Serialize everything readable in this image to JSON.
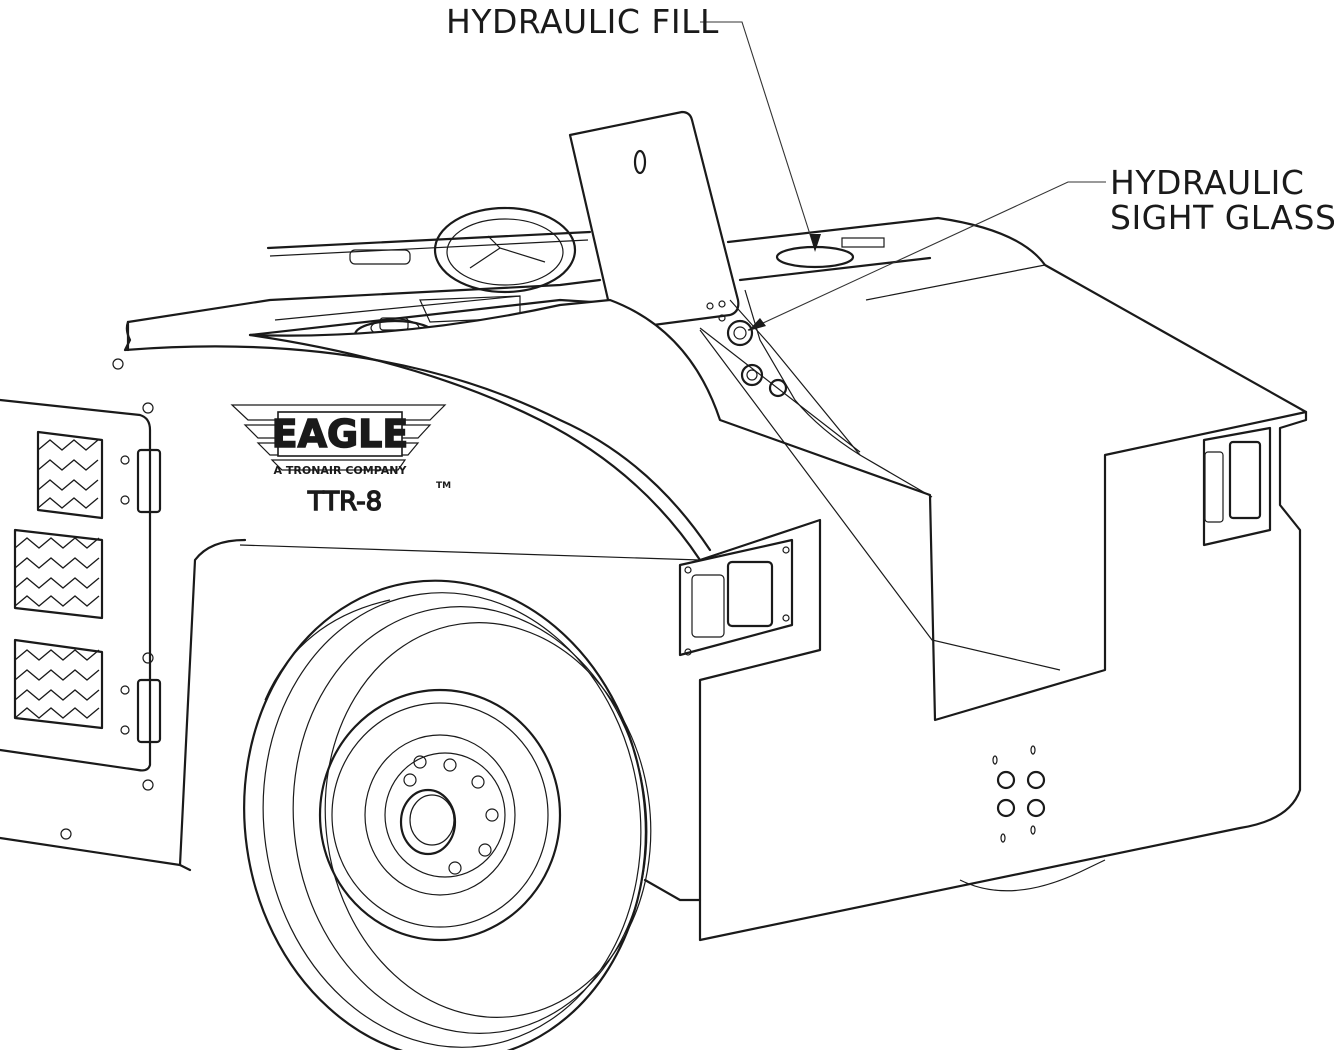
{
  "callouts": {
    "hydraulic_fill": "HYDRAULIC FILL",
    "sight_glass_line1": "HYDRAULIC",
    "sight_glass_line2": "SIGHT GLASS"
  },
  "logo": {
    "brand": "EAGLE",
    "tagline": "A TRONAIR COMPANY",
    "trademark": "TM",
    "model": "TTR-8"
  },
  "colors": {
    "line": "#1a1a1a",
    "background": "#ffffff"
  }
}
